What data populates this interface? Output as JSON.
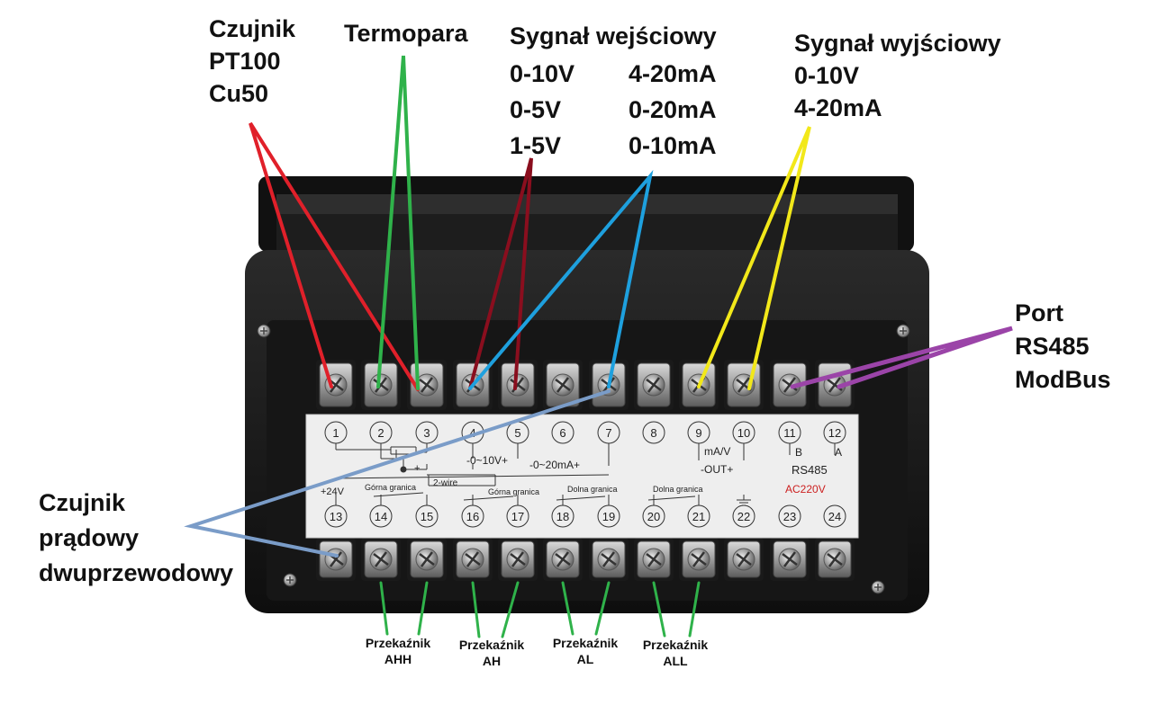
{
  "labels": {
    "czujnik": [
      "Czujnik",
      "PT100",
      "Cu50"
    ],
    "termopara": "Termopara",
    "sygnal_wej": {
      "title": "Sygnał wejściowy",
      "voltage": [
        "0-10V",
        "0-5V",
        "1-5V"
      ],
      "current": [
        "4-20mA",
        "0-20mA",
        "0-10mA"
      ]
    },
    "sygnal_wyj": [
      "Sygnał wyjściowy",
      "0-10V",
      "4-20mA"
    ],
    "port": [
      "Port",
      "RS485",
      "ModBus"
    ],
    "czujnik_pradowy": [
      "Czujnik",
      "prądowy",
      "dwuprzewodowy"
    ],
    "relays": [
      {
        "line1": "Przekaźnik",
        "line2": "AHH"
      },
      {
        "line1": "Przekaźnik",
        "line2": "AH"
      },
      {
        "line1": "Przekaźnik",
        "line2": "AL"
      },
      {
        "line1": "Przekaźnik",
        "line2": "ALL"
      }
    ]
  },
  "panel": {
    "top_numbers": [
      "1",
      "2",
      "3",
      "4",
      "5",
      "6",
      "7",
      "8",
      "9",
      "10",
      "11",
      "12"
    ],
    "bottom_numbers": [
      "13",
      "14",
      "15",
      "16",
      "17",
      "18",
      "19",
      "20",
      "21",
      "22",
      "23",
      "24"
    ],
    "texts": {
      "voltage_in": "-0~10V+",
      "current_in": "-0~20mA+",
      "out_unit": "mA/V",
      "out": "-OUT+",
      "b": "B",
      "a": "A",
      "rs485": "RS485",
      "plus24": "+24V",
      "two_wire": "2-wire",
      "gorna1": "Górna granica",
      "gorna2": "Górna granica",
      "dolna1": "Dolna granica",
      "dolna2": "Dolna granica",
      "ac": "AC220V",
      "plus": "+",
      "minus": "-"
    }
  },
  "colors": {
    "red": "#e0202a",
    "green": "#2fb24a",
    "darkred": "#8a0e1e",
    "blue": "#1ea0de",
    "yellow": "#f2e81a",
    "purple": "#9b44a8",
    "steel": "#7a9cc8",
    "relay_green": "#2fb24a",
    "ac_red": "#cc2020"
  }
}
